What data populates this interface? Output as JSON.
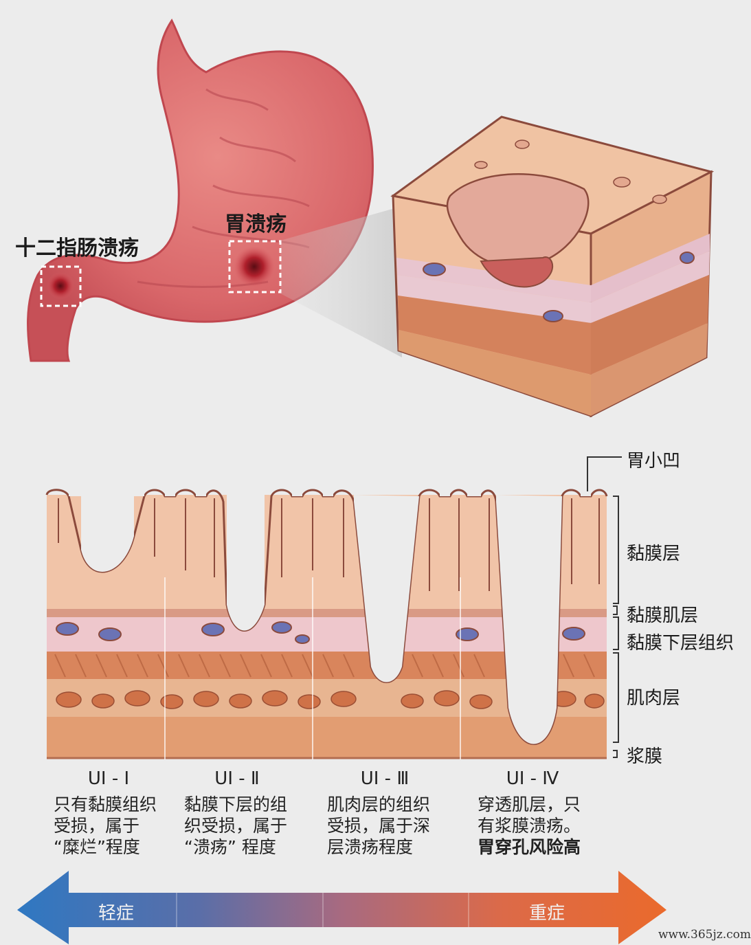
{
  "stomach": {
    "duodenal_ulcer_label": "十二指肠溃疡",
    "gastric_ulcer_label": "胃溃疡"
  },
  "layers": {
    "gastric_pit": "胃小凹",
    "mucosa": "黏膜层",
    "muscularis_mucosae": "黏膜肌层",
    "submucosa": "黏膜下层组织",
    "muscle": "肌肉层",
    "serosa": "浆膜"
  },
  "stages": [
    {
      "title": "UI - Ⅰ",
      "desc": "只有黏膜组织\n受损，属于\n“糜烂”程度",
      "bold": ""
    },
    {
      "title": "UI - Ⅱ",
      "desc": "黏膜下层的组\n织受损，属于\n“溃疡” 程度",
      "bold": ""
    },
    {
      "title": "UI - Ⅲ",
      "desc": "肌肉层的组织\n受损，属于深\n层溃疡程度",
      "bold": ""
    },
    {
      "title": "UI - Ⅳ",
      "desc": "穿透肌层，只\n有浆膜溃疡。",
      "bold": "胃穿孔风险高"
    }
  ],
  "severity": {
    "mild": "轻症",
    "severe": "重症"
  },
  "watermark": "www.365jz.com",
  "colors": {
    "mild": "#2f78c2",
    "severe": "#ea6a2c",
    "mucosa": "#f1c4a8",
    "submucosa": "#eec7cc",
    "muscle": "#d9855c"
  }
}
